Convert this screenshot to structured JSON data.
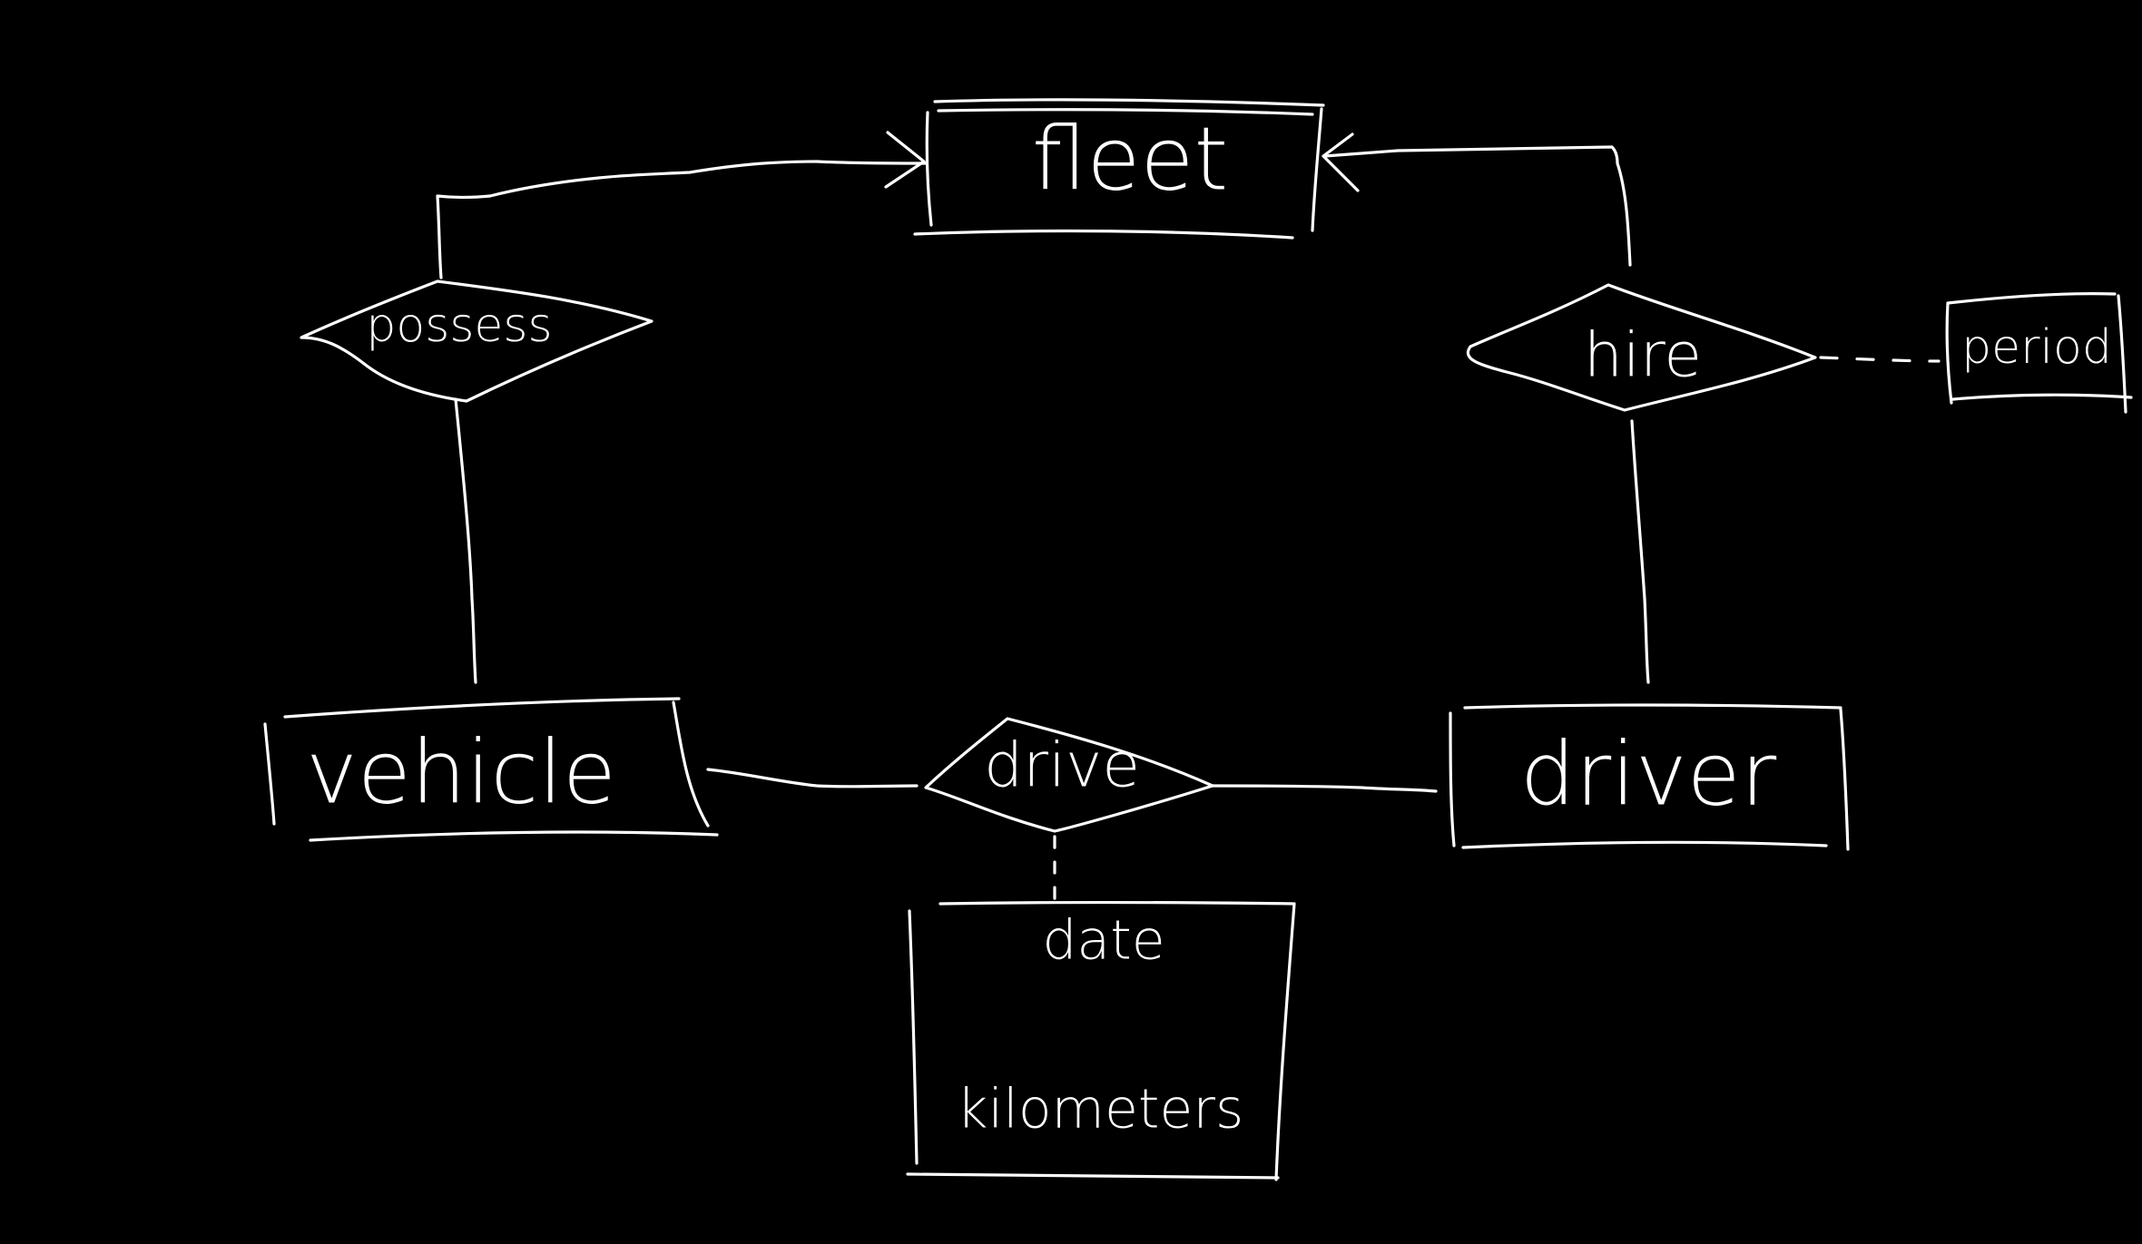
{
  "diagram": {
    "entities": {
      "fleet": "fleet",
      "vehicle": "vehicle",
      "driver": "driver"
    },
    "relationships": {
      "possess": "possess",
      "hire": "hire",
      "drive": "drive"
    },
    "attributes": {
      "period": "period",
      "date": "date",
      "kilometers": "kilometers"
    }
  },
  "colors": {
    "background": "#000000",
    "stroke": "#ffffff"
  }
}
